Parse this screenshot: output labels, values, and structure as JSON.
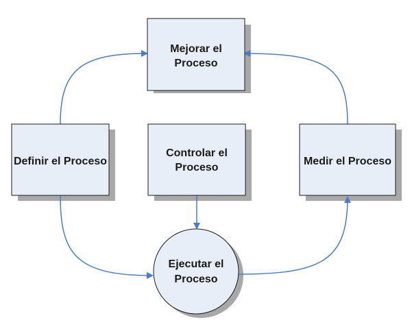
{
  "diagram": {
    "nodes": {
      "mejorar": {
        "line1": "Mejorar el",
        "line2": "Proceso"
      },
      "definir": {
        "line1": "Definir el Proceso"
      },
      "controlar": {
        "line1": "Controlar el",
        "line2": "Proceso"
      },
      "medir": {
        "line1": "Medir el Proceso"
      },
      "ejecutar": {
        "line1": "Ejecutar el",
        "line2": "Proceso"
      }
    },
    "colors": {
      "box_fill": "#e8eef8",
      "box_stroke": "#1a1a1a",
      "shadow": "#a8a8a8",
      "arrow": "#4a7cc9"
    }
  }
}
